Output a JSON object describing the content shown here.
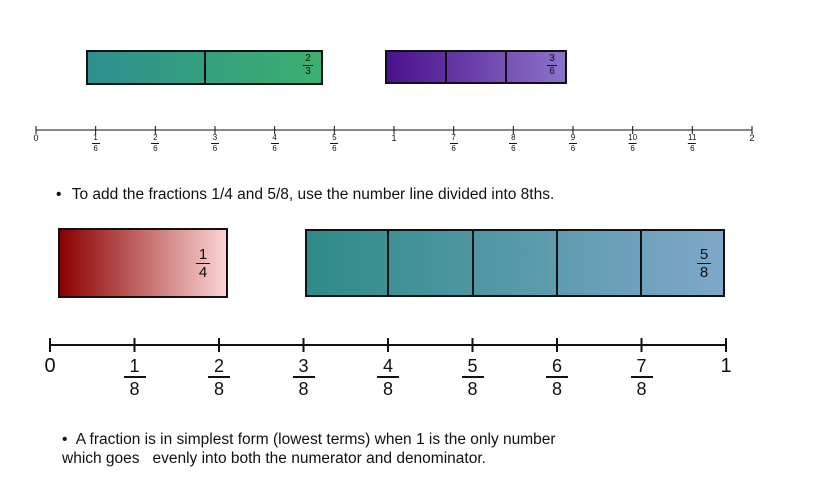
{
  "top_bars": {
    "bar_a_label": {
      "num": "2",
      "den": "3"
    },
    "bar_b_label": {
      "num": "3",
      "den": "6"
    }
  },
  "sixths_line": {
    "labels": [
      {
        "kind": "whole",
        "text": "0"
      },
      {
        "kind": "frac",
        "num": "1",
        "den": "6"
      },
      {
        "kind": "frac",
        "num": "2",
        "den": "6"
      },
      {
        "kind": "frac",
        "num": "3",
        "den": "6"
      },
      {
        "kind": "frac",
        "num": "4",
        "den": "6"
      },
      {
        "kind": "frac",
        "num": "5",
        "den": "6"
      },
      {
        "kind": "whole",
        "text": "1"
      },
      {
        "kind": "frac",
        "num": "7",
        "den": "6"
      },
      {
        "kind": "frac",
        "num": "8",
        "den": "6"
      },
      {
        "kind": "frac",
        "num": "9",
        "den": "6"
      },
      {
        "kind": "frac",
        "num": "10",
        "den": "6"
      },
      {
        "kind": "frac",
        "num": "11",
        "den": "6"
      },
      {
        "kind": "whole",
        "text": "2"
      }
    ]
  },
  "bullet1": "To add the fractions 1/4 and 5/8, use the number line divided into 8ths.",
  "lower_bars": {
    "quarter_label": {
      "num": "1",
      "den": "4"
    },
    "eighths_label": {
      "num": "5",
      "den": "8"
    }
  },
  "eighths_line": {
    "labels": [
      {
        "kind": "whole",
        "text": "0"
      },
      {
        "kind": "frac",
        "num": "1",
        "den": "8"
      },
      {
        "kind": "frac",
        "num": "2",
        "den": "8"
      },
      {
        "kind": "frac",
        "num": "3",
        "den": "8"
      },
      {
        "kind": "frac",
        "num": "4",
        "den": "8"
      },
      {
        "kind": "frac",
        "num": "5",
        "den": "8"
      },
      {
        "kind": "frac",
        "num": "6",
        "den": "8"
      },
      {
        "kind": "frac",
        "num": "7",
        "den": "8"
      },
      {
        "kind": "whole",
        "text": "1"
      }
    ]
  },
  "bullet2_line1": "A fraction is in simplest form (lowest terms) when 1 is the only number",
  "bullet2_line2": "which goes   evenly into both the numerator and denominator.",
  "bullet_glyph": "•",
  "colors": {
    "teal_green_start": "#2f8f8f",
    "teal_green_end": "#3cb06e",
    "purple_start": "#4a108e",
    "purple_end": "#8c73c8",
    "red_start": "#8b0000",
    "red_end": "#fbd3d3",
    "teal_blue_start": "#2e8b87",
    "teal_blue_end": "#7fa7c9"
  }
}
